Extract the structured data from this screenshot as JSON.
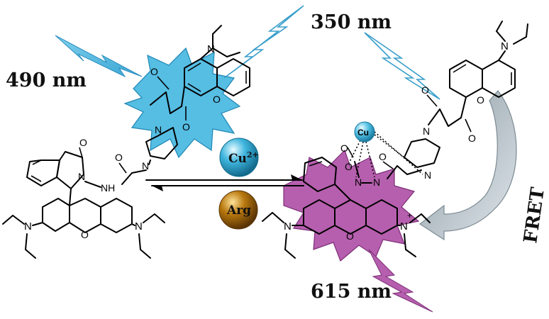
{
  "labels": {
    "wavelength_top": "350 nm",
    "wavelength_left": "490 nm",
    "wavelength_bottom": "615 nm",
    "fret": "FRET",
    "cu_ion": "Cu",
    "cu_charge": "2+",
    "arg": "Arg",
    "cu_complex": "Cu"
  },
  "atoms": {
    "N": "N",
    "O": "O",
    "NH": "NH",
    "N_plus": "+"
  },
  "colors": {
    "blue_burst": "#56bde3",
    "purple_burst": "#b65fae",
    "cu_ball": "#3fb6de",
    "arg_ball": "#b8780e",
    "fret_arrow": "#a9b5bd",
    "ink": "#000000"
  }
}
